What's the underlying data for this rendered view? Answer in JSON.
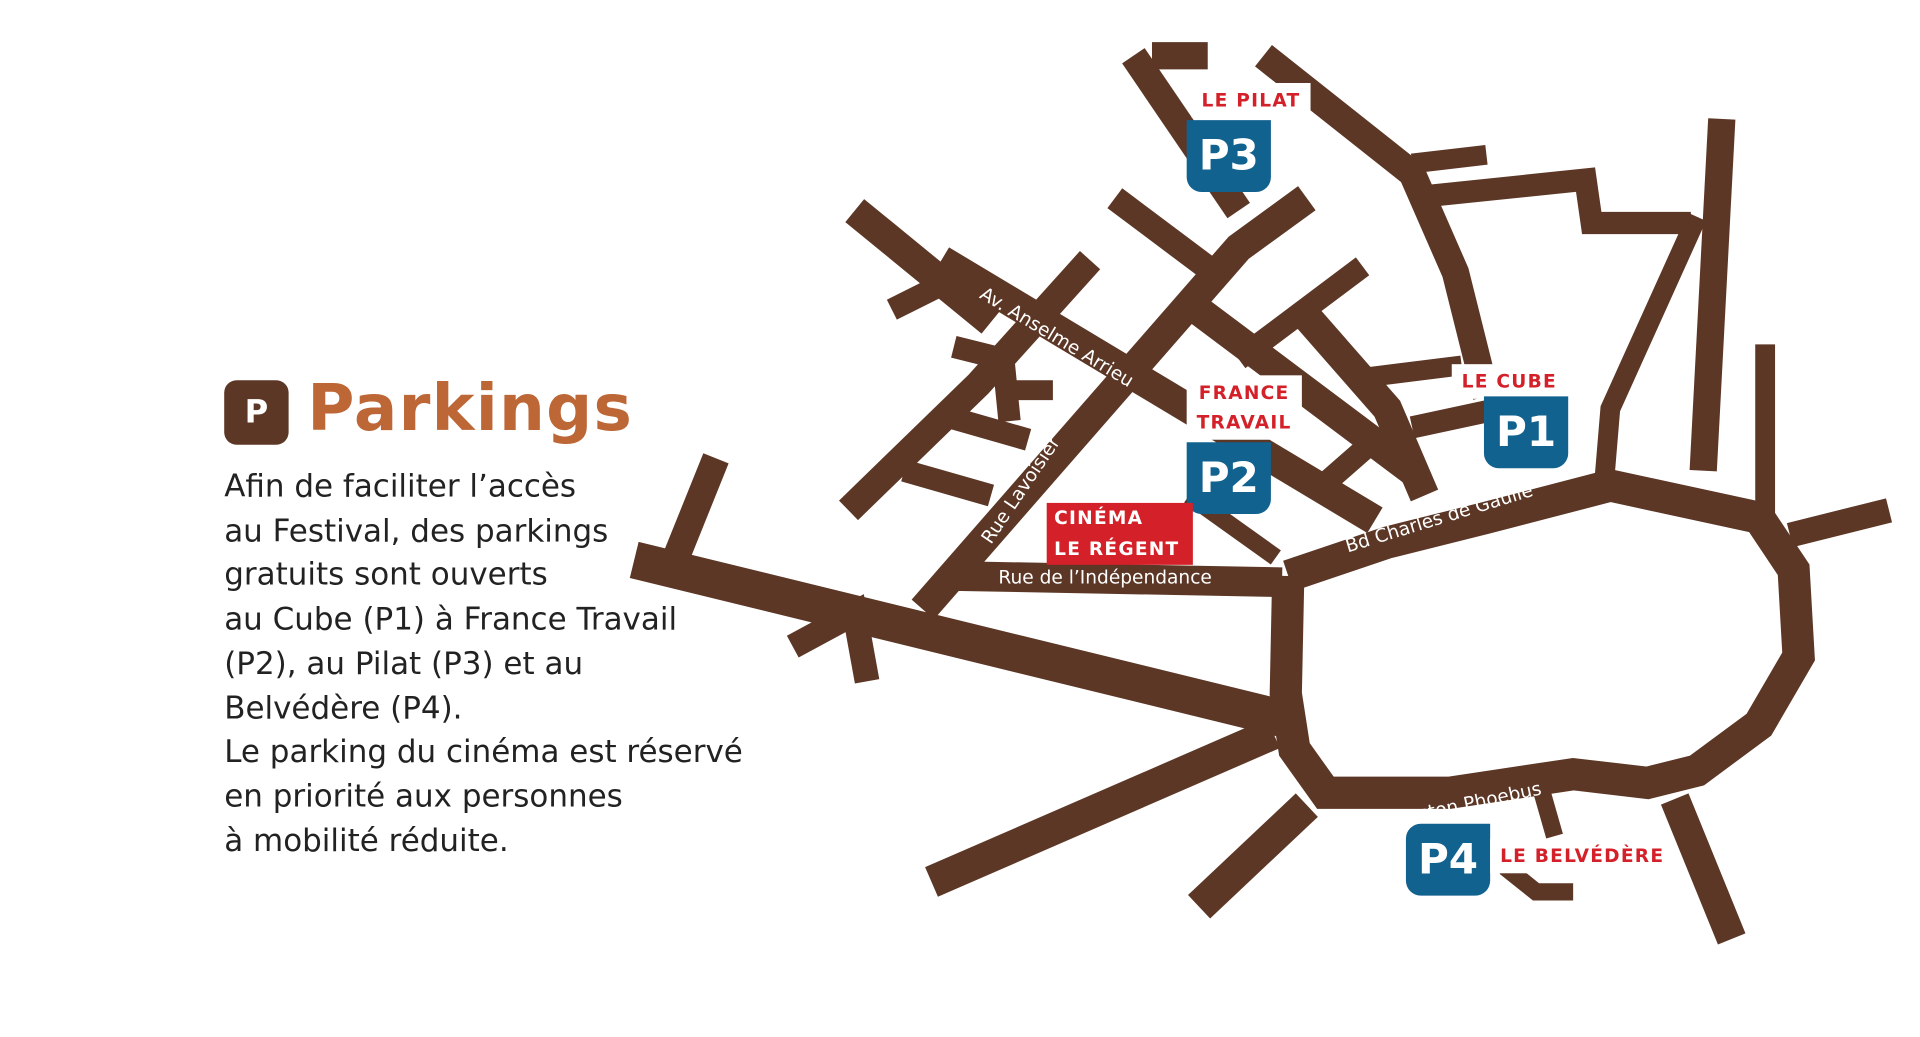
{
  "title": "Parkings",
  "p_icon": "P",
  "description": [
    "Afin de faciliter l’accès",
    "au Festival, des parkings",
    "gratuits sont ouverts",
    "au Cube (P1) à France Travail",
    "(P2), au Pilat (P3) et au",
    "Belvédère (P4).",
    "Le parking du cinéma est réservé",
    "en priorité aux personnes",
    "à mobilité réduite."
  ],
  "parkings": [
    {
      "id": "P1",
      "name": "LE CUBE"
    },
    {
      "id": "P2",
      "name_line1": "FRANCE",
      "name_line2": "TRAVAIL"
    },
    {
      "id": "P3",
      "name": "LE PILAT"
    },
    {
      "id": "P4",
      "name": "LE BELVÉDÈRE"
    }
  ],
  "cinema": {
    "line1": "CINÉMA",
    "line2": "LE RÉGENT"
  },
  "streets": {
    "anselme": "Av. Anselme Arrieu",
    "lavoisier": "Rue Lavoisier",
    "independance": "Rue de l’Indépendance",
    "charles": "Bd Charles de Gaulle",
    "gaston": "Av. Gaston Phoebus"
  },
  "colors": {
    "road": "#5c3726",
    "badge": "#12628f",
    "accent": "#d42029",
    "title": "#bd6636"
  }
}
